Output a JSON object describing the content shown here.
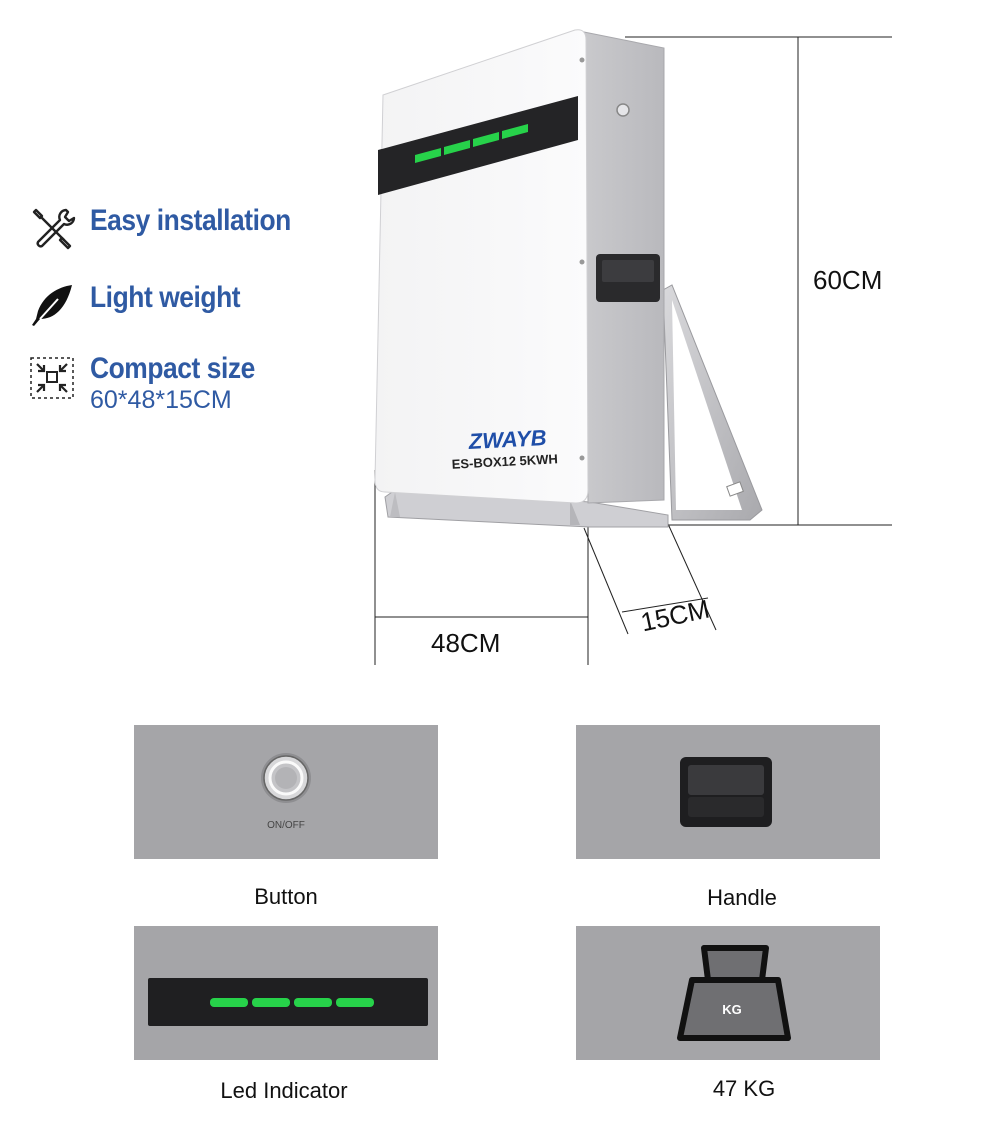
{
  "features": [
    {
      "icon": "tools-icon",
      "title": "Easy installation"
    },
    {
      "icon": "feather-icon",
      "title": "Light weight"
    },
    {
      "icon": "compress-icon",
      "title": "Compact size",
      "subtitle": "60*48*15CM"
    }
  ],
  "product": {
    "brand": "ZWAYB",
    "model": "ES-BOX12 5KWH",
    "colors": {
      "led": "#27d24a",
      "brand": "#1f4ea8",
      "brand_accent": "#f2a51a"
    }
  },
  "dimensions": {
    "height": "60CM",
    "width": "48CM",
    "depth": "15CM"
  },
  "details": [
    {
      "name": "button",
      "label": "Button",
      "sublabel": "ON/OFF"
    },
    {
      "name": "handle",
      "label": "Handle"
    },
    {
      "name": "led",
      "label": "Led Indicator"
    },
    {
      "name": "weight",
      "label": "47 KG",
      "sublabel": "KG"
    }
  ]
}
